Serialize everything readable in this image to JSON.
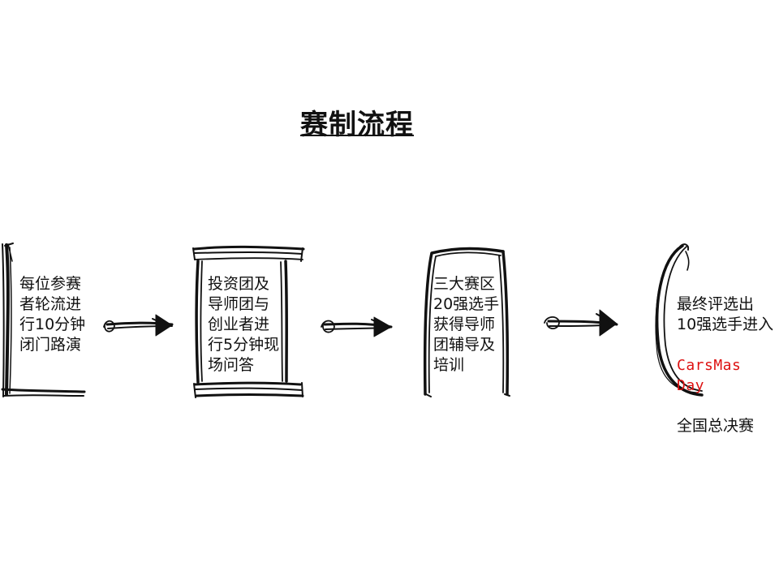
{
  "slide": {
    "title": "赛制流程"
  },
  "steps": [
    {
      "text": "每位参赛\n者轮流进\n行10分钟\n闭门路演"
    },
    {
      "text": "投资团及\n导师团与\n创业者进\n行5分钟现\n场问答"
    },
    {
      "text": "三大赛区\n20强选手\n获得导师\n团辅导及\n培训"
    },
    {
      "text_before": "最终评选出\n10强选手进入",
      "highlight": "CarsMas\nDay",
      "text_after": "全国总决赛"
    }
  ],
  "colors": {
    "ink": "#111111",
    "highlight": "#d11111",
    "background": "#ffffff"
  },
  "icons": [
    "sketch-arrow-icon"
  ]
}
